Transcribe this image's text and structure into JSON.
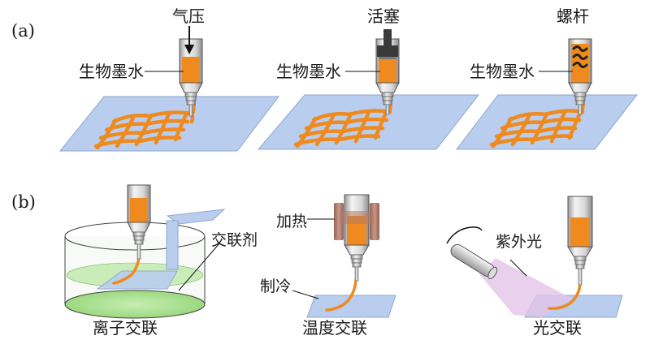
{
  "panel_a": {
    "label": "(a)",
    "methods": [
      {
        "drive_label": "气压",
        "ink_label": "生物墨水"
      },
      {
        "drive_label": "活塞",
        "ink_label": "生物墨水"
      },
      {
        "drive_label": "螺杆",
        "ink_label": "生物墨水"
      }
    ]
  },
  "panel_b": {
    "label": "(b)",
    "ionic": {
      "crosslinker_label": "交联剂",
      "caption": "离子交联"
    },
    "thermal": {
      "heating_label": "加热",
      "cooling_label": "制冷",
      "caption": "温度交联"
    },
    "photo": {
      "uv_label": "紫外光",
      "caption": "光交联"
    }
  },
  "colors": {
    "bioink": "#ee8a1e",
    "substrate": "#b9cdee",
    "syringe_metal": "#c8c8c8",
    "bath_liquid": "#a8df8e",
    "heater": "#a86a55",
    "uv_beam": "#e3c4e8"
  }
}
